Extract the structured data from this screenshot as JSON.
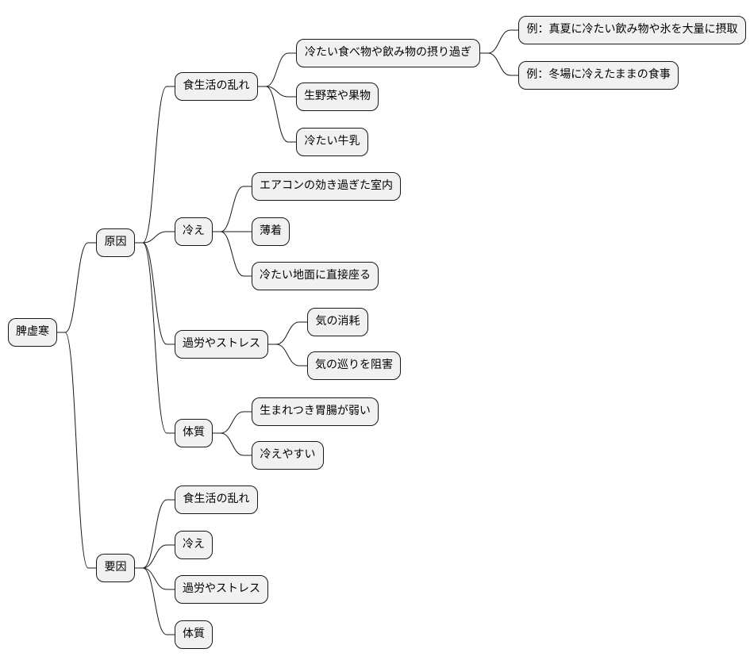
{
  "mindmap": {
    "root": "脾虚寒",
    "branches": [
      {
        "label": "原因",
        "children": [
          {
            "label": "食生活の乱れ",
            "children": [
              {
                "label": "冷たい食べ物や飲み物の摂り過ぎ",
                "examples": [
                  "例：真夏に冷たい飲み物や氷を大量に摂取",
                  "例：冬場に冷えたままの食事"
                ]
              },
              {
                "label": "生野菜や果物"
              },
              {
                "label": "冷たい牛乳"
              }
            ]
          },
          {
            "label": "冷え",
            "children": [
              {
                "label": "エアコンの効き過ぎた室内"
              },
              {
                "label": "薄着"
              },
              {
                "label": "冷たい地面に直接座る"
              }
            ]
          },
          {
            "label": "過労やストレス",
            "children": [
              {
                "label": "気の消耗"
              },
              {
                "label": "気の巡りを阻害"
              }
            ]
          },
          {
            "label": "体質",
            "children": [
              {
                "label": "生まれつき胃腸が弱い"
              },
              {
                "label": "冷えやすい"
              }
            ]
          }
        ]
      },
      {
        "label": "要因",
        "children": [
          {
            "label": "食生活の乱れ"
          },
          {
            "label": "冷え"
          },
          {
            "label": "過労やストレス"
          },
          {
            "label": "体質"
          }
        ]
      }
    ]
  }
}
